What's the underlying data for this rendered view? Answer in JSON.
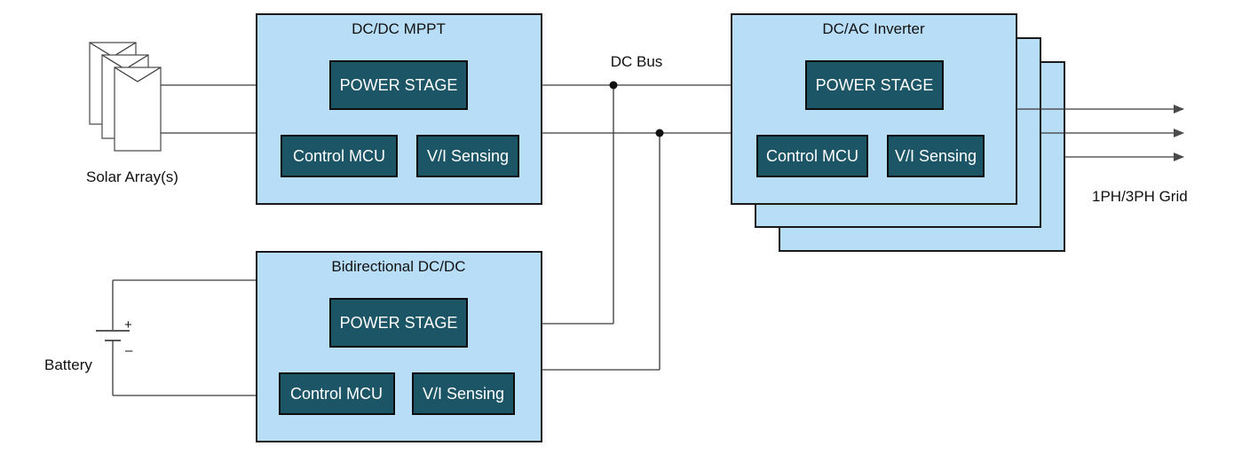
{
  "diagram": {
    "mppt": {
      "title": "DC/DC MPPT",
      "power_stage": "POWER STAGE",
      "control": "Control MCU",
      "sensing": "V/I Sensing"
    },
    "bidirectional": {
      "title": "Bidirectional DC/DC",
      "power_stage": "POWER STAGE",
      "control": "Control MCU",
      "sensing": "V/I Sensing"
    },
    "inverter": {
      "title": "DC/AC Inverter",
      "power_stage": "POWER STAGE",
      "control": "Control MCU",
      "sensing": "V/I Sensing"
    },
    "labels": {
      "dc_bus": "DC Bus",
      "solar": "Solar Array(s)",
      "battery": "Battery",
      "grid": "1PH/3PH Grid",
      "plus": "+",
      "minus": "–"
    },
    "colors": {
      "block_fill": "#b8ddf7",
      "inner_fill": "#1c5566"
    }
  }
}
